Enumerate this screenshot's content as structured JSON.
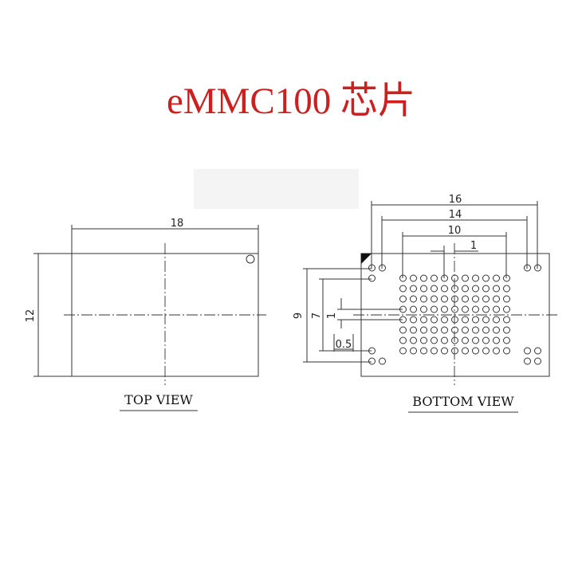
{
  "title": "eMMC100 芯片",
  "top_view": {
    "label": "TOP VIEW",
    "width_dim": "18",
    "height_dim": "12"
  },
  "bottom_view": {
    "label": "BOTTOM VIEW",
    "dim_16": "16",
    "dim_14": "14",
    "dim_10": "10",
    "dim_1_top": "1",
    "dim_9": "9",
    "dim_7": "7",
    "dim_1_side": "1",
    "dim_0_5": "0.5"
  }
}
